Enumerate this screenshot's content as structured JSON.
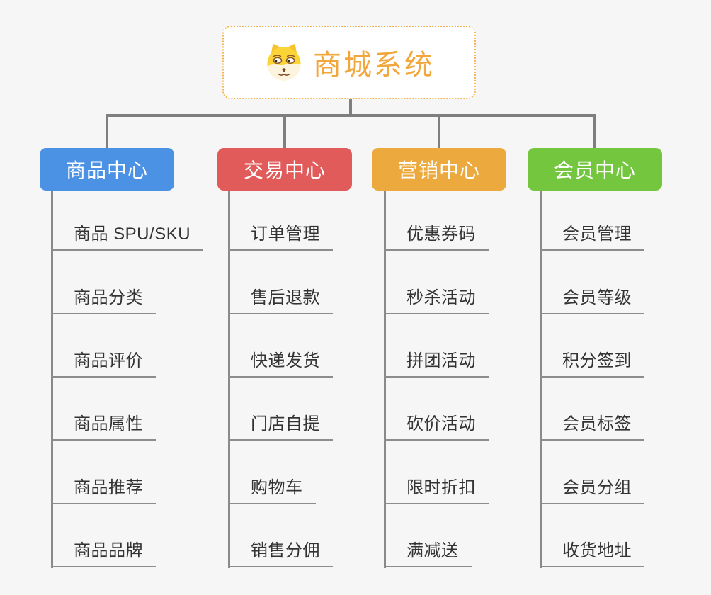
{
  "root": {
    "title": "商城系统",
    "icon": "dog-face-icon",
    "accent_color": "#f2a73d",
    "border_color": "#f4b34f"
  },
  "branches": [
    {
      "label": "商品中心",
      "color": "#4b92e5",
      "items": [
        "商品 SPU/SKU",
        "商品分类",
        "商品评价",
        "商品属性",
        "商品推荐",
        "商品品牌"
      ]
    },
    {
      "label": "交易中心",
      "color": "#e25b5b",
      "items": [
        "订单管理",
        "售后退款",
        "快递发货",
        "门店自提",
        "购物车",
        "销售分佣"
      ]
    },
    {
      "label": "营销中心",
      "color": "#ecaa3e",
      "items": [
        "优惠券码",
        "秒杀活动",
        "拼团活动",
        "砍价活动",
        "限时折扣",
        "满减送"
      ]
    },
    {
      "label": "会员中心",
      "color": "#74c63f",
      "items": [
        "会员管理",
        "会员等级",
        "积分签到",
        "会员标签",
        "会员分组",
        "收货地址"
      ]
    }
  ],
  "canvas": {
    "background_color": "#f6f6f6",
    "connector_color": "#7f7f7f",
    "item_text_color": "#333333"
  }
}
